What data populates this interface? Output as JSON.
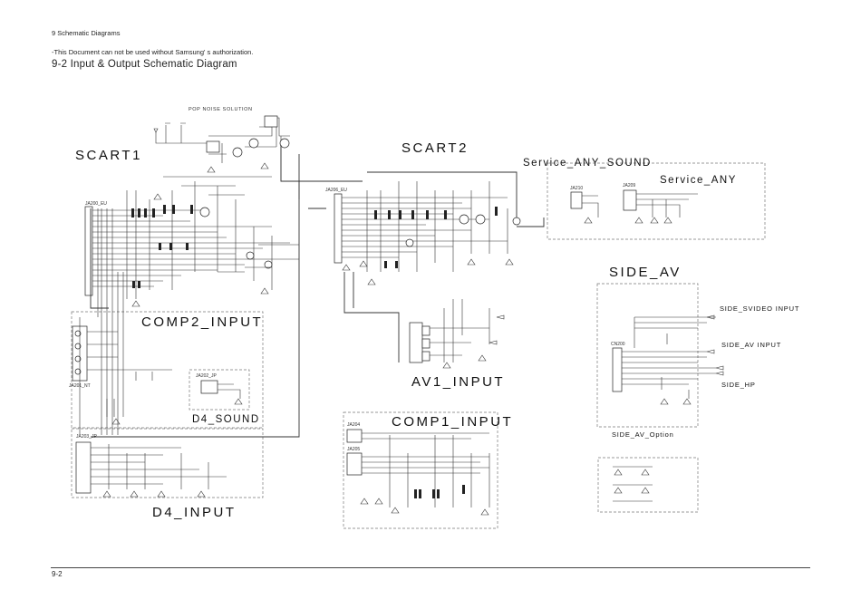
{
  "header": {
    "section": "9 Schematic Diagrams",
    "notice": "-This Document can not be used without Samsung' s authorization.",
    "title": "9-2 Input & Output Schematic Diagram"
  },
  "footer": {
    "page_number": "9-2"
  },
  "blocks": {
    "scart1": "SCART1",
    "scart2": "SCART2",
    "service_any_sound": "Service_ANY_SOUND",
    "service_any": "Service_ANY",
    "side_av": "SIDE_AV",
    "comp2_input": "COMP2_INPUT",
    "d4_sound": "D4_SOUND",
    "d4_input": "D4_INPUT",
    "av1_input": "AV1_INPUT",
    "comp1_input": "COMP1_INPUT",
    "side_svideo_input": "SIDE_SVIDEO INPUT",
    "side_av_input": "SIDE_AV INPUT",
    "side_hp": "SIDE_HP",
    "side_av_option": "SIDE_AV_Option",
    "pop_noise_solution": "POP NOISE SOLUTION"
  },
  "connectors": {
    "ja200": "JA200_EU",
    "ja206": "JA206_EU",
    "ja210": "JA210",
    "ja209": "JA209",
    "ja201": "JA201_NT",
    "ja202": "JA202_JP",
    "ja203": "JA203_JP",
    "ja204": "JA204",
    "ja205": "JA205",
    "cn200": "CN200"
  }
}
